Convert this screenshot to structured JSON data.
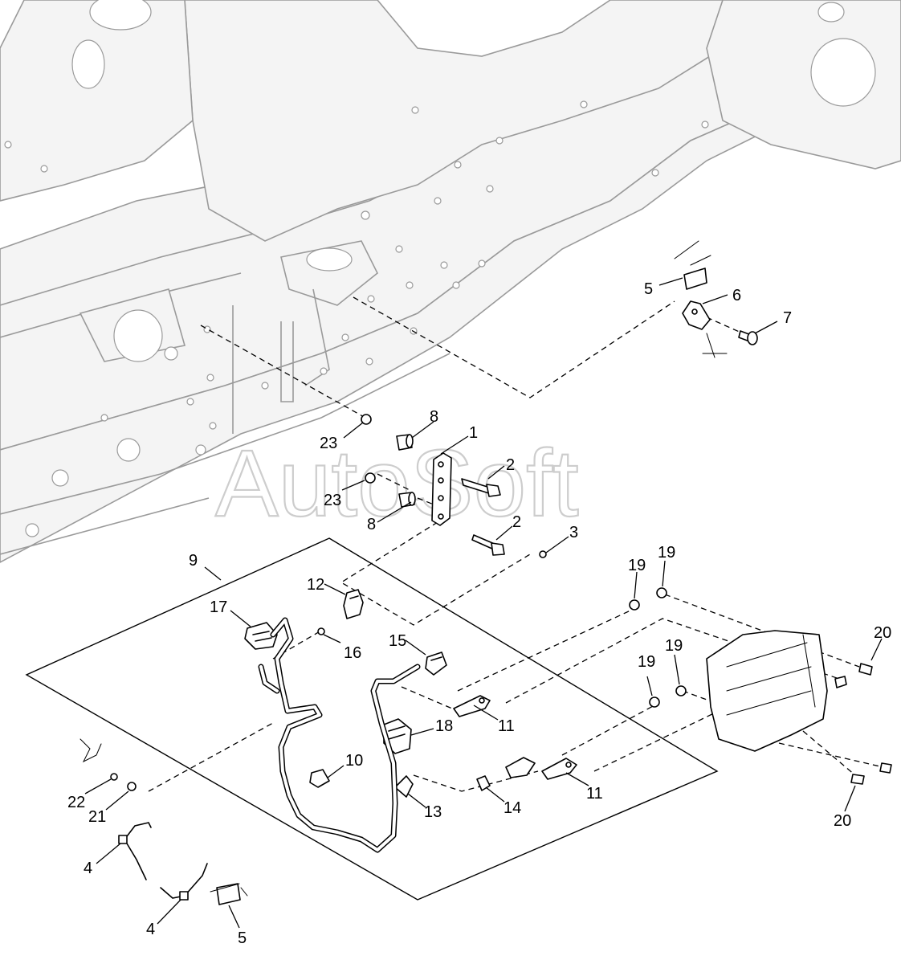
{
  "watermark": "AutoSoft",
  "callouts": [
    {
      "id": "c1",
      "label": "1"
    },
    {
      "id": "c2a",
      "label": "2"
    },
    {
      "id": "c2b",
      "label": "2"
    },
    {
      "id": "c3",
      "label": "3"
    },
    {
      "id": "c4a",
      "label": "4"
    },
    {
      "id": "c4b",
      "label": "4"
    },
    {
      "id": "c5a",
      "label": "5"
    },
    {
      "id": "c5b",
      "label": "5"
    },
    {
      "id": "c6",
      "label": "6"
    },
    {
      "id": "c7",
      "label": "7"
    },
    {
      "id": "c8a",
      "label": "8"
    },
    {
      "id": "c8b",
      "label": "8"
    },
    {
      "id": "c9",
      "label": "9"
    },
    {
      "id": "c10",
      "label": "10"
    },
    {
      "id": "c11a",
      "label": "11"
    },
    {
      "id": "c11b",
      "label": "11"
    },
    {
      "id": "c12",
      "label": "12"
    },
    {
      "id": "c13",
      "label": "13"
    },
    {
      "id": "c14",
      "label": "14"
    },
    {
      "id": "c15",
      "label": "15"
    },
    {
      "id": "c16",
      "label": "16"
    },
    {
      "id": "c17",
      "label": "17"
    },
    {
      "id": "c18",
      "label": "18"
    },
    {
      "id": "c19a",
      "label": "19"
    },
    {
      "id": "c19b",
      "label": "19"
    },
    {
      "id": "c19c",
      "label": "19"
    },
    {
      "id": "c19d",
      "label": "19"
    },
    {
      "id": "c20a",
      "label": "20"
    },
    {
      "id": "c20b",
      "label": "20"
    },
    {
      "id": "c21",
      "label": "21"
    },
    {
      "id": "c22",
      "label": "22"
    },
    {
      "id": "c23a",
      "label": "23"
    },
    {
      "id": "c23b",
      "label": "23"
    }
  ]
}
